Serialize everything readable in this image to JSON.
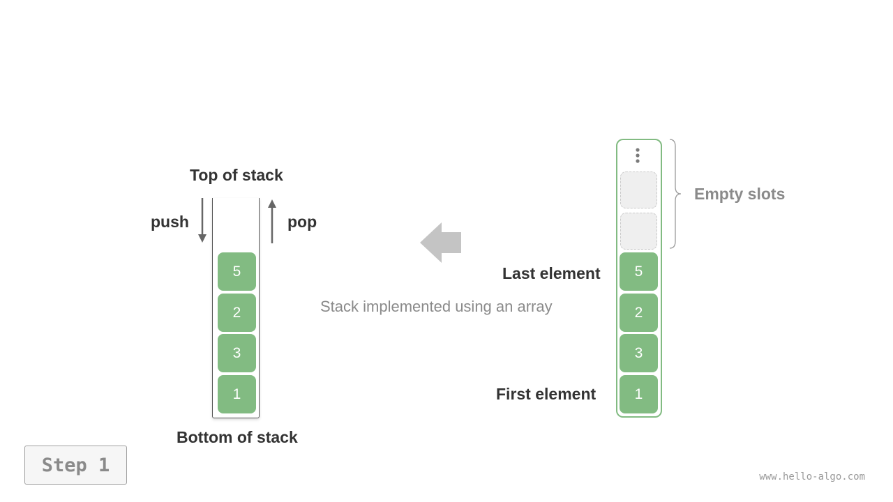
{
  "stack": {
    "top_label": "Top of stack",
    "bottom_label": "Bottom of stack",
    "push_label": "push",
    "pop_label": "pop",
    "elements": [
      "5",
      "2",
      "3",
      "1"
    ]
  },
  "array": {
    "elements": [
      "5",
      "2",
      "3",
      "1"
    ],
    "last_label": "Last element",
    "first_label": "First element",
    "empty_label": "Empty slots"
  },
  "caption": "Stack implemented using an array",
  "step_label": "Step 1",
  "site": "www.hello-algo.com",
  "colors": {
    "cell": "#82bb82",
    "border": "#82bb82",
    "text_dark": "#333333",
    "text_gray": "#8a8a8a"
  }
}
